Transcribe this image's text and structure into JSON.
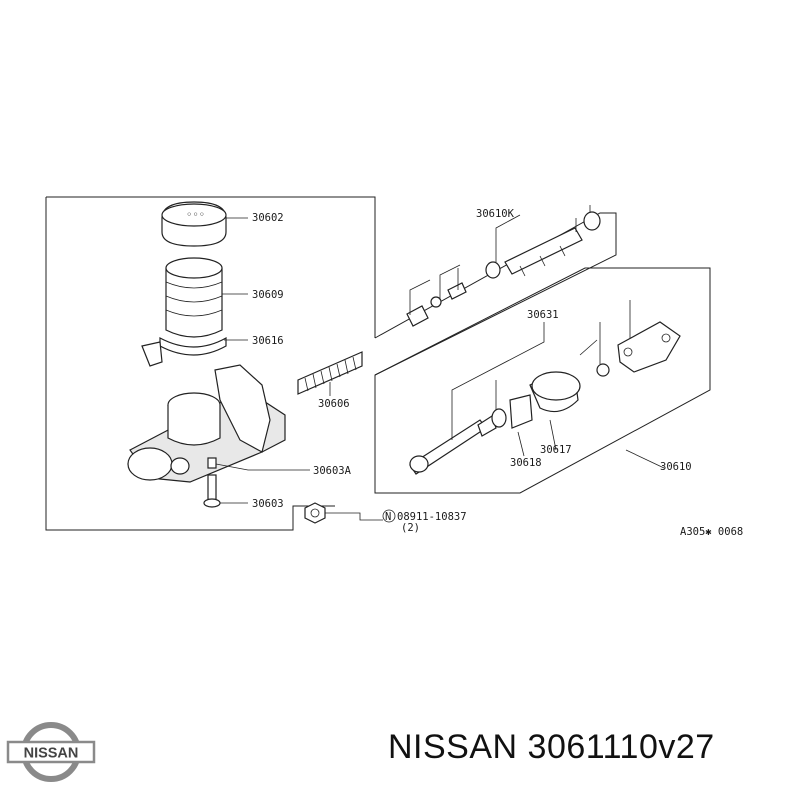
{
  "diagram": {
    "part_labels": {
      "p30602": "30602",
      "p30609": "30609",
      "p30616": "30616",
      "p30606": "30606",
      "p30603A": "30603A",
      "p30603": "30603",
      "p30610K": "30610K",
      "p30631": "30631",
      "p30617": "30617",
      "p30618": "30618",
      "p30610": "30610",
      "bolt_code": "08911-10837",
      "bolt_qty": "(2)",
      "bolt_marker": "N"
    },
    "drawing_code": "A305✱ 0068"
  },
  "footer": {
    "logo_text": "NISSAN",
    "title": "NISSAN 3061110v27"
  }
}
